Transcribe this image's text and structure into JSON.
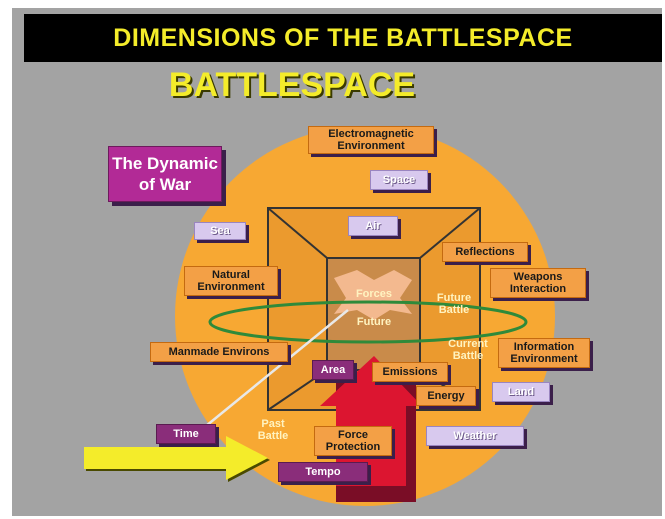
{
  "title": "DIMENSIONS OF THE BATTLESPACE",
  "subtitle": "BATTLESPACE",
  "colors": {
    "background": "#a3a3a3",
    "title_bar": "#000000",
    "title_text": "#f4ec2a",
    "circle": "#f7a833",
    "center_box": "#c98b4a",
    "red_arrow": "#dc1530",
    "yellow_arrow": "#f4ec2a",
    "ring": "#2f8a3a",
    "label_orange": "#f3a046",
    "label_lavender": "#d8c9ee",
    "label_purple": "#8a2d7a",
    "dynamic_of_war": "#b22a96"
  },
  "labels": {
    "electromagnetic": "Electromagnetic\nEnvironment",
    "space": "Space",
    "dynamic_of_war": "The Dynamic\nof War",
    "sea": "Sea",
    "air": "Air",
    "reflections": "Reflections",
    "natural_env": "Natural\nEnvironment",
    "weapons": "Weapons\nInteraction",
    "forces": "Forces",
    "future": "Future",
    "future_battle": "Future\nBattle",
    "current_battle": "Current\nBattle",
    "information_env": "Information\nEnvironment",
    "manmade": "Manmade Environs",
    "area": "Area",
    "emissions": "Emissions",
    "land": "Land",
    "energy": "Energy",
    "time": "Time",
    "past_battle": "Past\nBattle",
    "force_protection": "Force\nProtection",
    "weather": "Weather",
    "tempo": "Tempo"
  }
}
